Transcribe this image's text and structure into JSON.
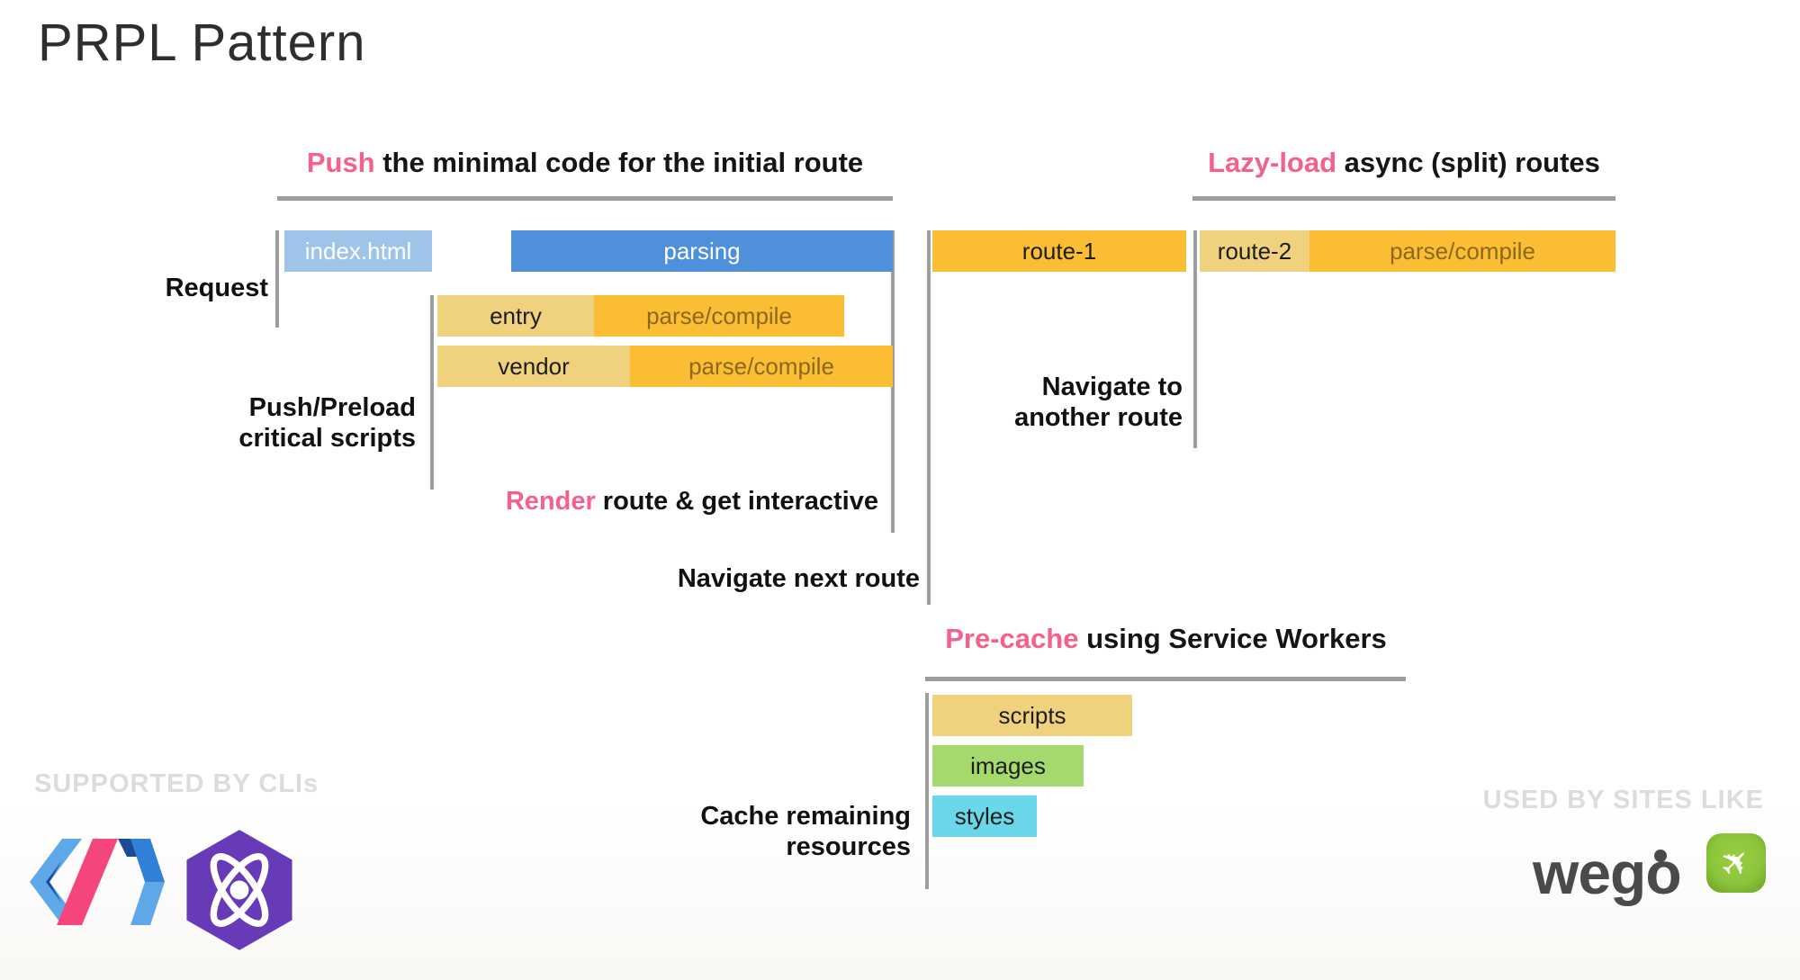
{
  "title": "PRPL Pattern",
  "headings": {
    "push": {
      "highlight": "Push",
      "rest": " the minimal code for the initial route"
    },
    "lazy_load": {
      "highlight": "Lazy-load",
      "rest": " async (split) routes"
    },
    "precache": {
      "highlight": "Pre-cache",
      "rest": " using Service Workers"
    }
  },
  "labels": {
    "request": "Request",
    "push_preload_line1": "Push/Preload",
    "push_preload_line2": "critical scripts",
    "render_highlight": "Render",
    "render_rest": " route & get interactive",
    "navigate_next": "Navigate next route",
    "navigate_another_line1": "Navigate to",
    "navigate_another_line2": "another route",
    "cache_line1": "Cache remaining",
    "cache_line2": "resources"
  },
  "bars": {
    "index_html": "index.html",
    "parsing": "parsing",
    "entry": "entry",
    "vendor": "vendor",
    "parse_compile": "parse/compile",
    "route_1": "route-1",
    "route_2": "route-2",
    "scripts": "scripts",
    "images": "images",
    "styles": "styles"
  },
  "footer": {
    "supported_by": "SUPPORTED BY CLIs",
    "used_by": "USED BY SITES LIKE",
    "wego_text": "wego",
    "wego_plane_icon": "✈"
  },
  "colors": {
    "accent_pink": "#F4618C",
    "bar_blue_light": "#9FC4E9",
    "bar_blue": "#4E90D9",
    "bar_amber_light": "#F0D17E",
    "bar_amber": "#FBBD33",
    "bar_green": "#A5D96E",
    "bar_cyan": "#69D6E9",
    "line_gray": "#9E9E9E",
    "watermark_gray": "#DCDCDC",
    "wego_gray": "#4A4A4A",
    "wego_green": "#8CC63E",
    "polymer_blue": "#5EA8EA",
    "polymer_pink": "#F4457C",
    "preact_purple": "#673AB8"
  }
}
